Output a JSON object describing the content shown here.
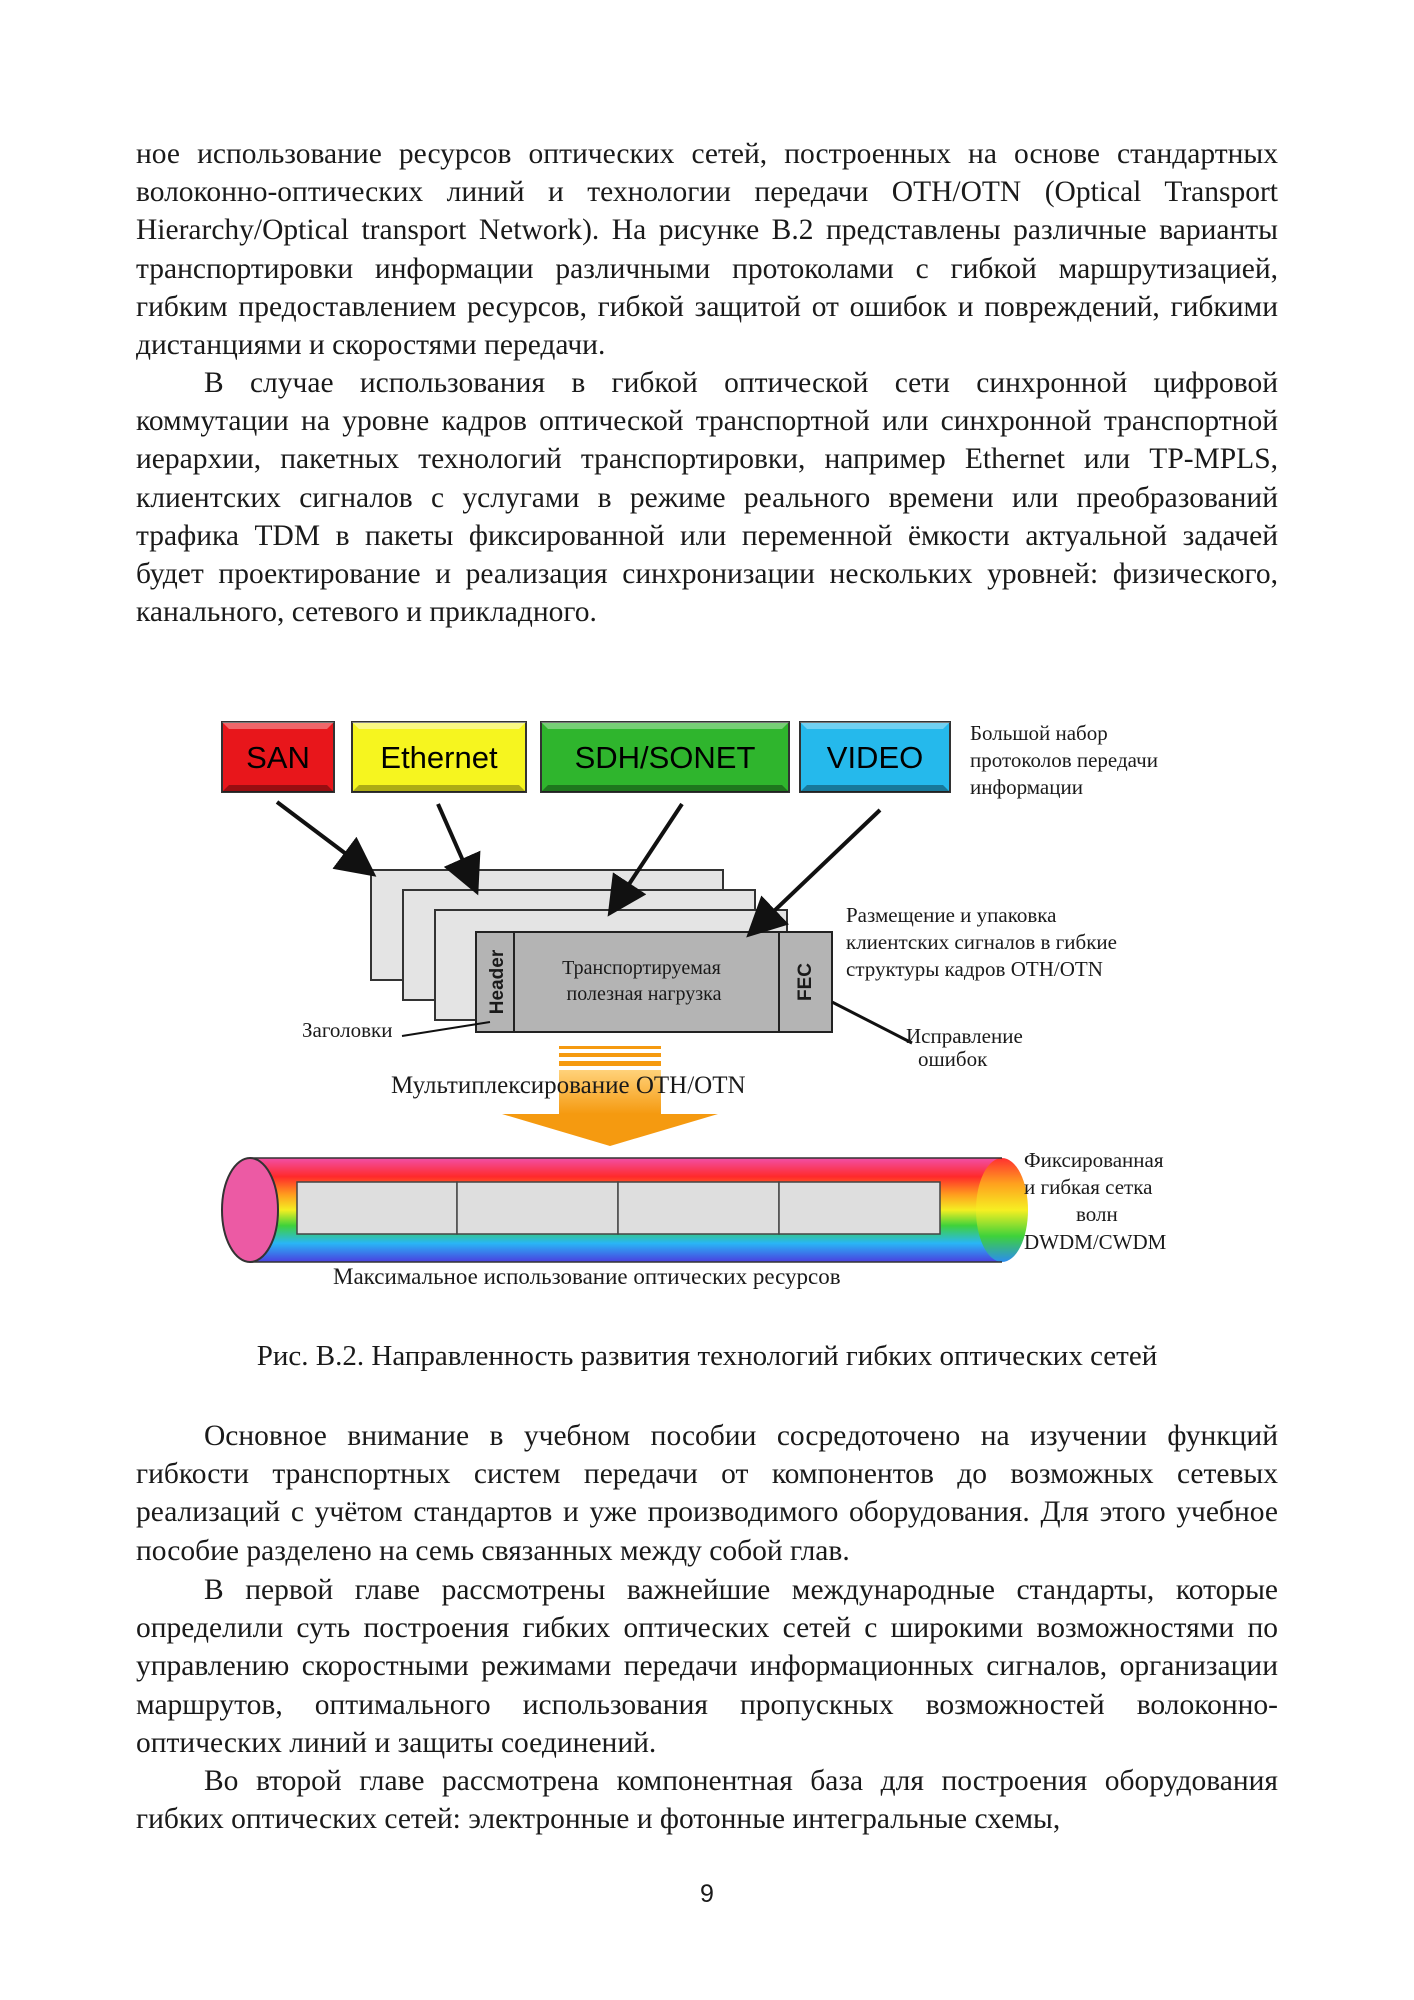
{
  "paragraphs": {
    "p1": "ное использование ресурсов оптических сетей, построенных на основе стандартных волоконно-оптических линий и технологии передачи OTH/OTN (Optical Transport Hierarchy/Optical transport Network). На рисунке В.2 представлены различные варианты транспортировки информации различными протоколами с гибкой маршрутизацией, гибким предоставлением ресурсов, гибкой защитой от ошибок и повреждений, гибкими дистанциями и скоростями передачи.",
    "p2": "В случае использования в гибкой оптической сети синхронной цифровой коммутации на уровне кадров оптической транспортной или синхронной транспортной иерархии, пакетных технологий транспортировки, например Ethernet или TP-MPLS, клиентских сигналов с услугами в режиме реального времени или преобразований трафика TDM в пакеты фиксированной или переменной ёмкости актуальной задачей будет проектирование и реализация синхронизации нескольких уровней: физического, канального, сетевого и прикладного.",
    "p3": "Основное внимание в учебном пособии сосредоточено на изучении функций гибкости транспортных систем передачи от компонентов до возможных сетевых реализаций с учётом стандартов и уже производимого оборудования. Для этого учебное пособие разделено на семь связанных между собой глав.",
    "p4": "В первой главе рассмотрены важнейшие международные стандарты, которые определили суть построения гибких оптических сетей с широкими возможностями по управлению скоростными режимами передачи информационных сигналов, организации маршрутов, оптимального использования пропускных возможностей волоконно-оптических линий и защиты соединений.",
    "p5": "Во второй главе рассмотрена компонентная база для построения оборудования гибких оптических сетей: электронные и фотонные интегральные схемы,"
  },
  "figure": {
    "protocols": [
      {
        "label": "SAN",
        "color": "#e8161b"
      },
      {
        "label": "Ethernet",
        "color": "#f6f51f"
      },
      {
        "label": "SDH/SONET",
        "color": "#2fb52d"
      },
      {
        "label": "VIDEO",
        "color": "#25b9ec"
      }
    ],
    "note_protocols": [
      "Большой набор",
      "протоколов передачи",
      "информации"
    ],
    "note_packing": [
      "Размещение и упаковка",
      "клиентских сигналов в гибкие",
      "структуры кадров OTH/OTN"
    ],
    "frame_header": "Header",
    "frame_payload": [
      "Транспортируемая",
      "полезная нагрузка"
    ],
    "frame_fec": "FEC",
    "label_headers": "Заголовки",
    "label_fec": [
      "Исправление",
      "ошибок"
    ],
    "label_mux": "Мультиплексирование OTH/OTN",
    "note_grid": [
      "Фиксированная",
      "и гибкая сетка",
      "волн",
      "DWDM/CWDM"
    ],
    "label_max": "Максимальное использование оптических ресурсов"
  },
  "caption": "Рис. В.2. Направленность развития технологий гибких оптических сетей",
  "page_number": "9"
}
